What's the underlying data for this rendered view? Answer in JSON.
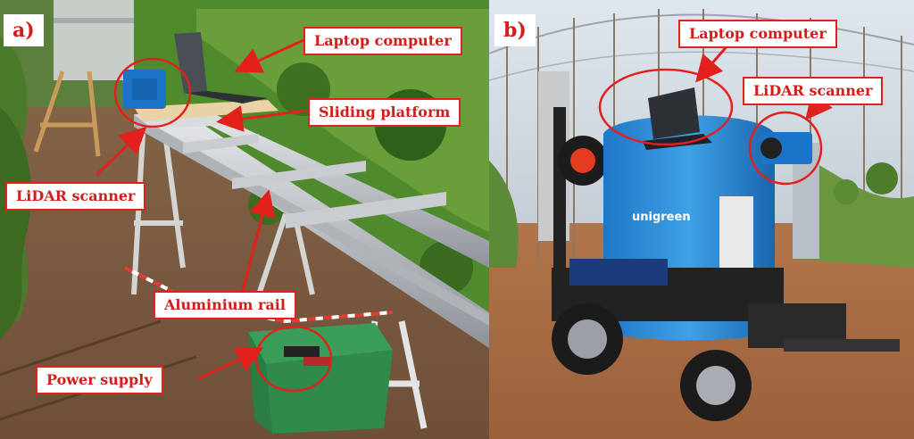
{
  "figure": {
    "panel_a": {
      "letter": "a)",
      "labels": {
        "laptop": "Laptop computer",
        "sliding_platform": "Sliding platform",
        "lidar": "LiDAR scanner",
        "rail": "Aluminium rail",
        "power": "Power supply"
      }
    },
    "panel_b": {
      "letter": "b)",
      "labels": {
        "laptop": "Laptop computer",
        "lidar": "LiDAR scanner"
      },
      "tank_brand": "unigreen"
    }
  },
  "colors": {
    "annotation": "#e3211c"
  }
}
